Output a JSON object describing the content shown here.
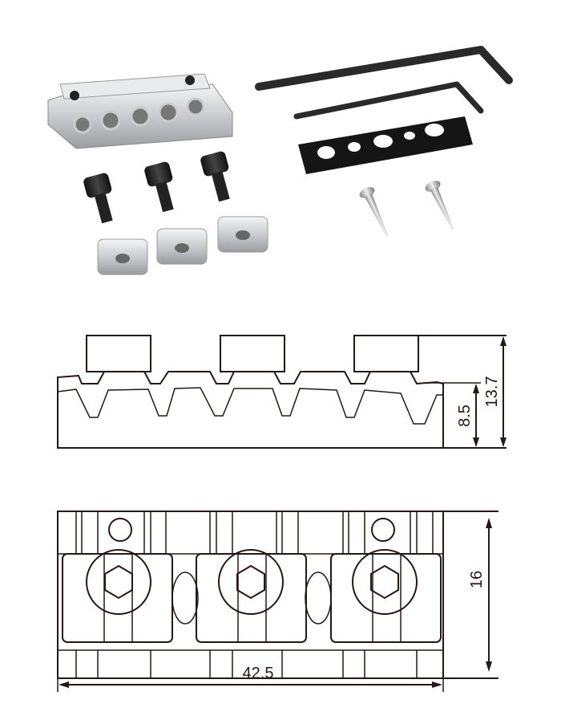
{
  "dimensions": {
    "total_height": "13.7",
    "base_height": "8.5",
    "depth": "16",
    "width": "42.5"
  },
  "colors": {
    "line": "#231815",
    "chrome": "#d9dadc",
    "black_part": "#1a1a1a"
  }
}
